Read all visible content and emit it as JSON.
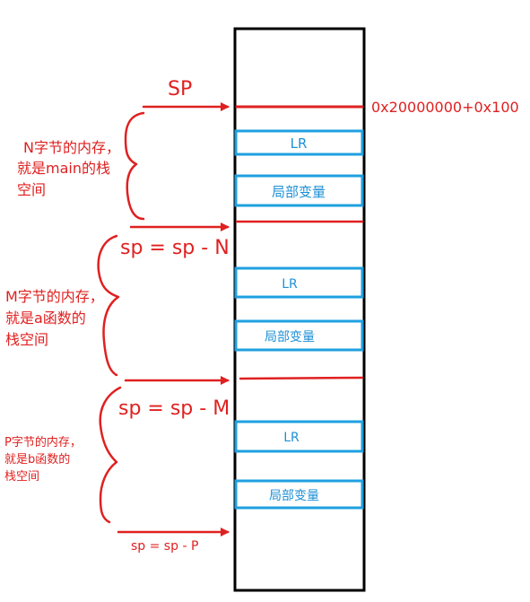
{
  "colors": {
    "red": "#e02020",
    "blue": "#1fa0e0",
    "black": "#000000"
  },
  "pointers": {
    "sp_top": "SP",
    "address": "0x20000000+0x100",
    "sp_minus_n": "sp = sp - N",
    "sp_minus_m": "sp = sp - M",
    "sp_minus_p": "sp = sp - P"
  },
  "frames": {
    "main": {
      "line1": "N字节的内存，",
      "line2": "就是main的栈",
      "line3": "空间"
    },
    "a": {
      "line1": "M字节的内存，",
      "line2": "就是a函数的",
      "line3": "栈空间"
    },
    "b": {
      "line1": "P字节的内存，",
      "line2": "就是b函数的",
      "line3": "栈空间"
    }
  },
  "boxes": {
    "lr": "LR",
    "locals": "局部变量"
  }
}
